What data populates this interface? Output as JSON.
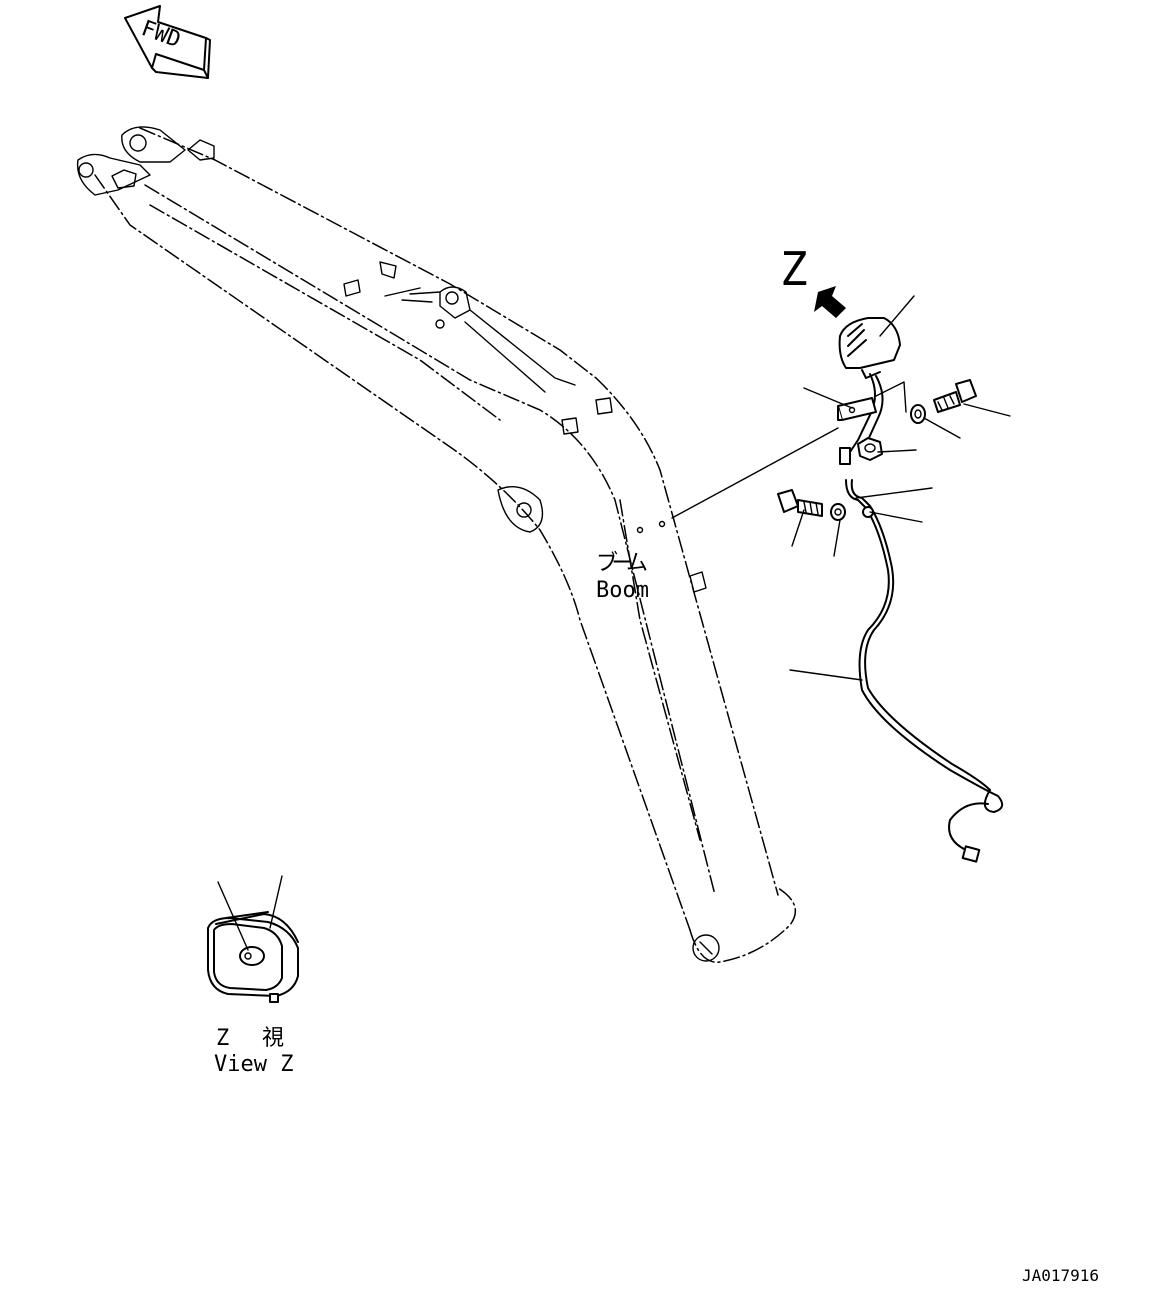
{
  "fwd_label": "FWD",
  "view_letter": "Z",
  "boom_label_jp": "ブーム",
  "boom_label_en": "Boom",
  "view_caption_jp_letter": "Z",
  "view_caption_jp_kanji": "視",
  "view_caption_en": "View Z",
  "drawing_id": "JA017916"
}
